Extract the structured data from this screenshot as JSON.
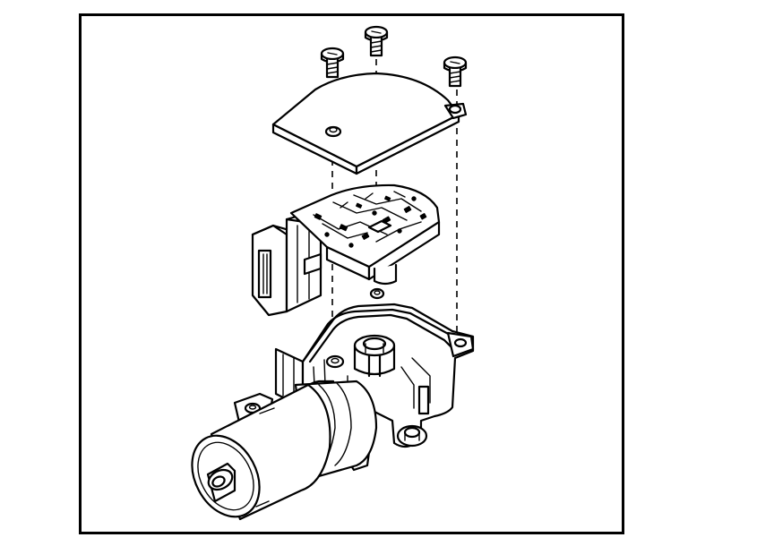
{
  "figure": {
    "type": "exploded-view line drawing",
    "parts": [
      "screw",
      "cover",
      "circuit-board",
      "housing",
      "motor"
    ],
    "screw_count": 3,
    "colors": {
      "ink": "#000000",
      "paper": "#ffffff"
    }
  }
}
